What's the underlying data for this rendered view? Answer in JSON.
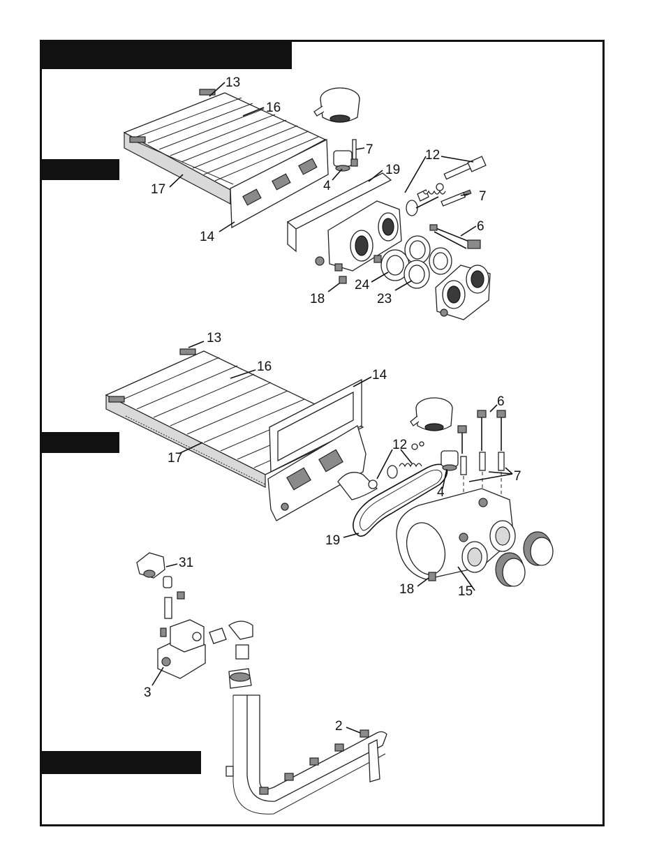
{
  "colors": {
    "ink": "#111111",
    "paper": "#ffffff",
    "shade": "#8a8a8a"
  },
  "section1": {
    "labels": {
      "l13": "13",
      "l16": "16",
      "l7a": "7",
      "l12": "12",
      "l19": "19",
      "l4": "4",
      "l17": "17",
      "l7b": "7",
      "l6": "6",
      "l14": "14",
      "l18": "18",
      "l24": "24",
      "l23": "23"
    }
  },
  "section2": {
    "labels": {
      "l13": "13",
      "l16": "16",
      "l14": "14",
      "l6": "6",
      "l12": "12",
      "l17": "17",
      "l4": "4",
      "l7": "7",
      "l19": "19",
      "l18": "18",
      "l15": "15"
    }
  },
  "section3": {
    "labels": {
      "l31": "31",
      "l3": "3",
      "l2": "2"
    }
  }
}
